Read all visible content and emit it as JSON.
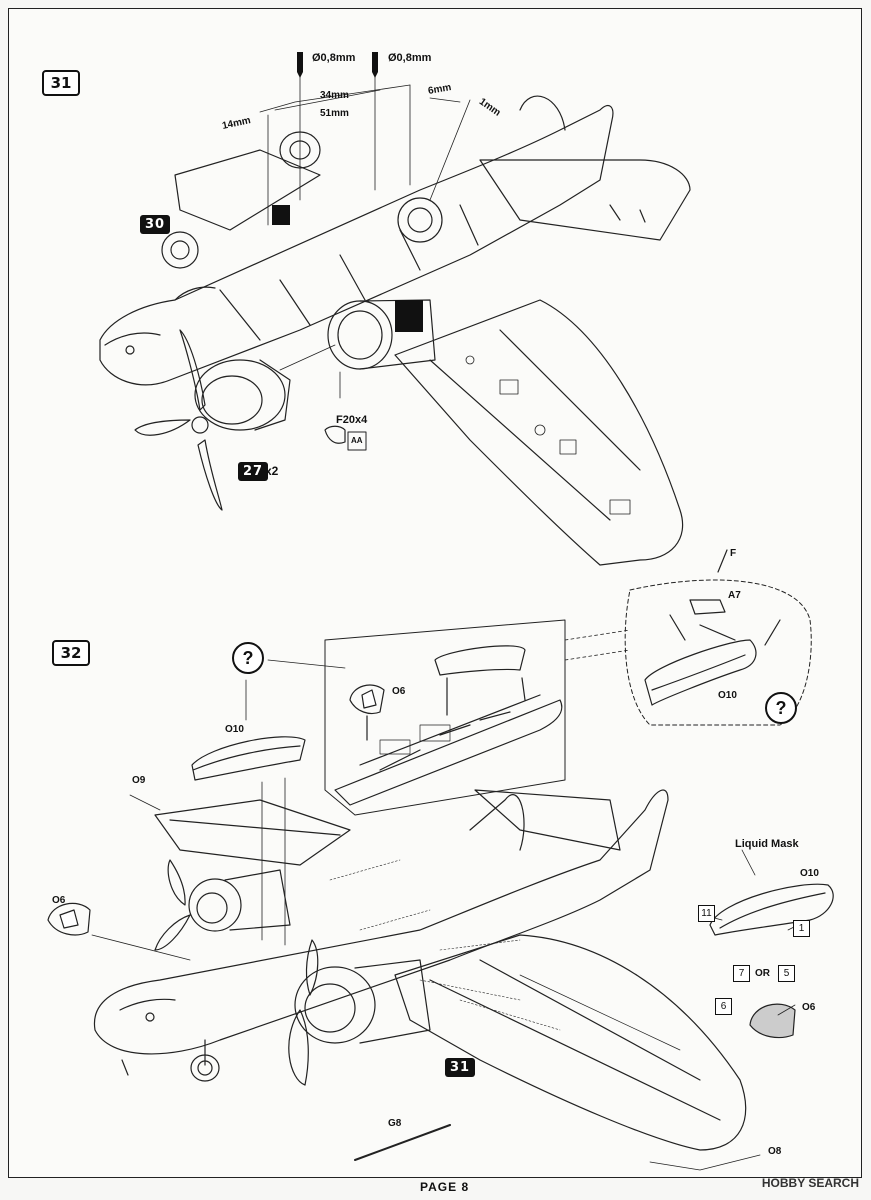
{
  "page": {
    "label": "PAGE 8",
    "watermark": "HOBBY SEARCH"
  },
  "step31": {
    "number": "31",
    "ref_step": "30",
    "ref_step_27": "27",
    "ref_mult": "x2",
    "drill_1": "Ø0,8mm",
    "drill_2": "Ø0,8mm",
    "dim_14": "14mm",
    "dim_34": "34mm",
    "dim_51": "51mm",
    "dim_6": "6mm",
    "dim_1": "1mm",
    "part_f20": "F20x4",
    "icon_aa": "AA"
  },
  "step32": {
    "number": "32",
    "part_o10_top": "O10",
    "part_o6_inset": "O6",
    "part_o9": "O9",
    "part_o6_left": "O6",
    "part_f": "F",
    "part_a7": "A7",
    "part_o10_detail": "O10",
    "liquid_mask": "Liquid Mask",
    "part_o10_mask": "O10",
    "mask_11": "11",
    "mask_1": "1",
    "mask_7": "7",
    "mask_or": "OR",
    "mask_5": "5",
    "mask_6": "6",
    "part_o6_mask": "O6",
    "ref_step_31": "31",
    "part_g8": "G8",
    "part_o8": "O8",
    "question": "?"
  }
}
